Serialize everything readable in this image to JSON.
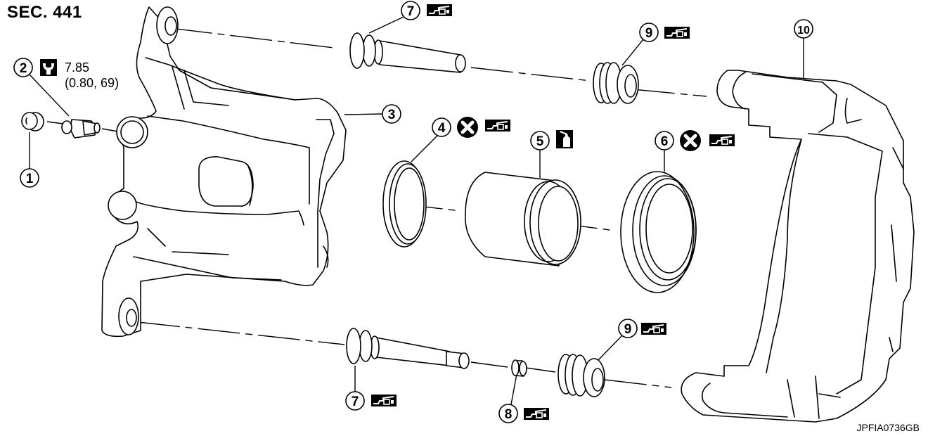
{
  "header": {
    "section": "SEC. 441"
  },
  "figure_id": "JPFIA0736GB",
  "torque": {
    "value_nm": "7.85",
    "value_alt": "(0.80, 69)",
    "icon": "torque-wrench-icon"
  },
  "callouts": [
    {
      "num": "1",
      "name": "bleeder-cap",
      "symbols": []
    },
    {
      "num": "2",
      "name": "bleeder-valve",
      "symbols": [
        "torque"
      ]
    },
    {
      "num": "3",
      "name": "cylinder-body",
      "symbols": []
    },
    {
      "num": "4",
      "name": "piston-seal",
      "symbols": [
        "always-replace",
        "grease"
      ]
    },
    {
      "num": "5",
      "name": "piston",
      "symbols": [
        "brake-fluid"
      ]
    },
    {
      "num": "6",
      "name": "piston-boot",
      "symbols": [
        "always-replace",
        "grease"
      ]
    },
    {
      "num": "7",
      "name": "sliding-pin-upper",
      "symbols": [
        "grease"
      ]
    },
    {
      "num": "7",
      "name": "sliding-pin-lower",
      "symbols": [
        "grease"
      ]
    },
    {
      "num": "8",
      "name": "sleeve",
      "symbols": [
        "grease"
      ]
    },
    {
      "num": "9",
      "name": "sliding-pin-boot-upper",
      "symbols": [
        "grease"
      ]
    },
    {
      "num": "9",
      "name": "sliding-pin-boot-lower",
      "symbols": [
        "grease"
      ]
    },
    {
      "num": "10",
      "name": "torque-member",
      "symbols": []
    }
  ],
  "symbols": {
    "always-replace": "x-circle-icon",
    "grease": "grease-gun-icon",
    "brake-fluid": "fluid-bottle-icon",
    "torque": "torque-wrench-icon"
  }
}
